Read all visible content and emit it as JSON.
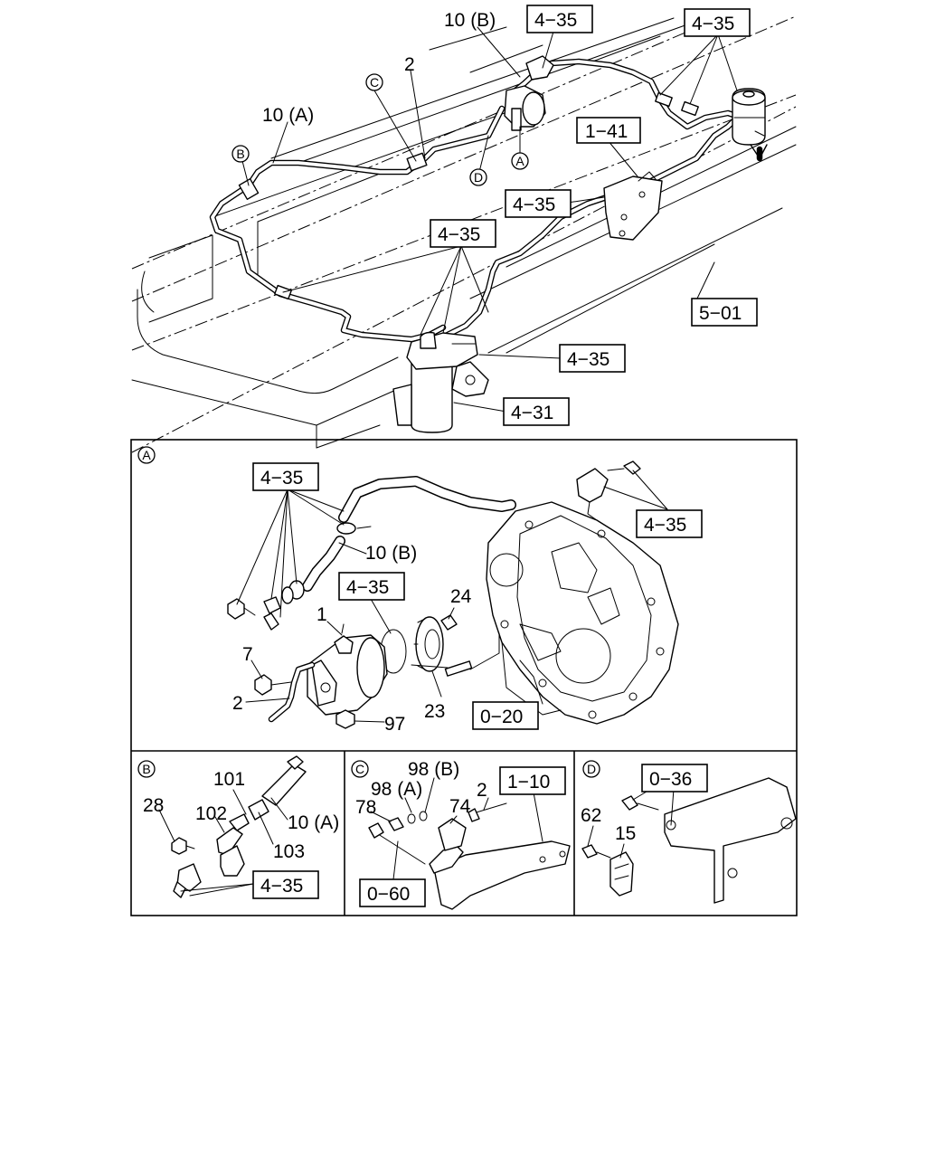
{
  "callouts": {
    "main": {
      "ref_10b": "10 (B)",
      "ref_4_35_top": "4−35",
      "ref_4_35_topright": "4−35",
      "ref_2": "2",
      "ref_c": "C",
      "ref_10a": "10 (A)",
      "ref_b": "B",
      "ref_d": "D",
      "ref_a": "A",
      "ref_1_41": "1−41",
      "ref_4_35_bracket": "4−35",
      "ref_4_35_center": "4−35",
      "ref_5_01": "5−01",
      "ref_4_35_filter": "4−35",
      "ref_4_31": "4−31"
    },
    "detail_a": {
      "letter": "A",
      "ref_4_35_hoses": "4−35",
      "ref_4_35_bracket": "4−35",
      "ref_10b": "10 (B)",
      "ref_4_35_oring": "4−35",
      "ref_24": "24",
      "ref_1": "1",
      "ref_7": "7",
      "ref_2": "2",
      "ref_23": "23",
      "ref_97": "97",
      "ref_0_20": "0−20"
    },
    "detail_b": {
      "letter": "B",
      "ref_101": "101",
      "ref_28": "28",
      "ref_102": "102",
      "ref_103": "103",
      "ref_10a": "10 (A)",
      "ref_4_35": "4−35"
    },
    "detail_c": {
      "letter": "C",
      "ref_98b": "98 (B)",
      "ref_98a": "98 (A)",
      "ref_1_10": "1−10",
      "ref_78": "78",
      "ref_74": "74",
      "ref_2": "2",
      "ref_0_60": "0−60"
    },
    "detail_d": {
      "letter": "D",
      "ref_0_36": "0−36",
      "ref_62": "62",
      "ref_15": "15"
    }
  }
}
